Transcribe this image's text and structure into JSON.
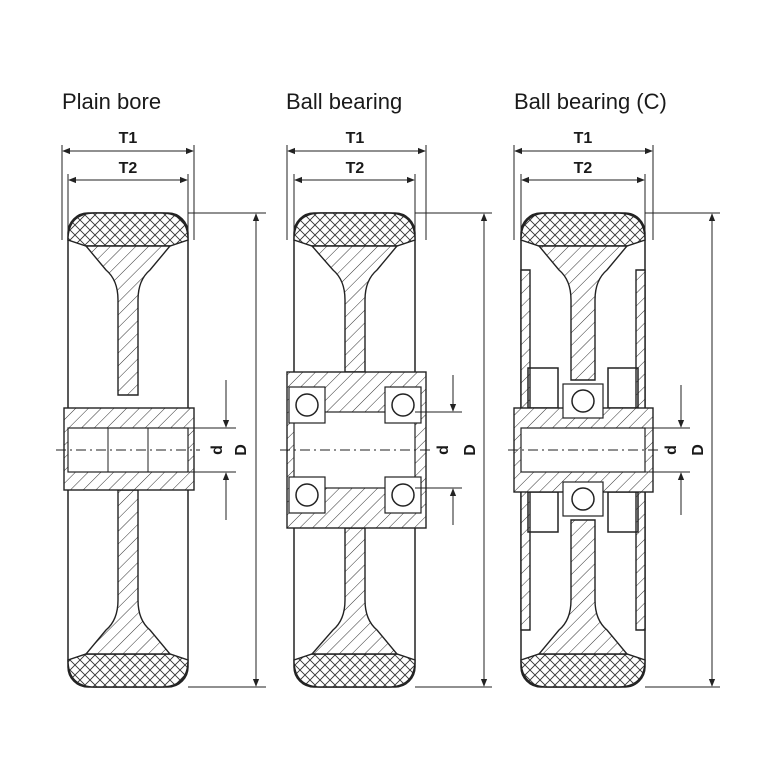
{
  "variants": [
    {
      "title": "Plain bore",
      "t1": "T1",
      "t2": "T2",
      "d": "d",
      "D": "D"
    },
    {
      "title": "Ball bearing",
      "t1": "T1",
      "t2": "T2",
      "d": "d",
      "D": "D"
    },
    {
      "title": "Ball bearing (C)",
      "t1": "T1",
      "t2": "T2",
      "d": "d",
      "D": "D"
    }
  ],
  "colors": {
    "line": "#222222",
    "background": "#ffffff"
  }
}
